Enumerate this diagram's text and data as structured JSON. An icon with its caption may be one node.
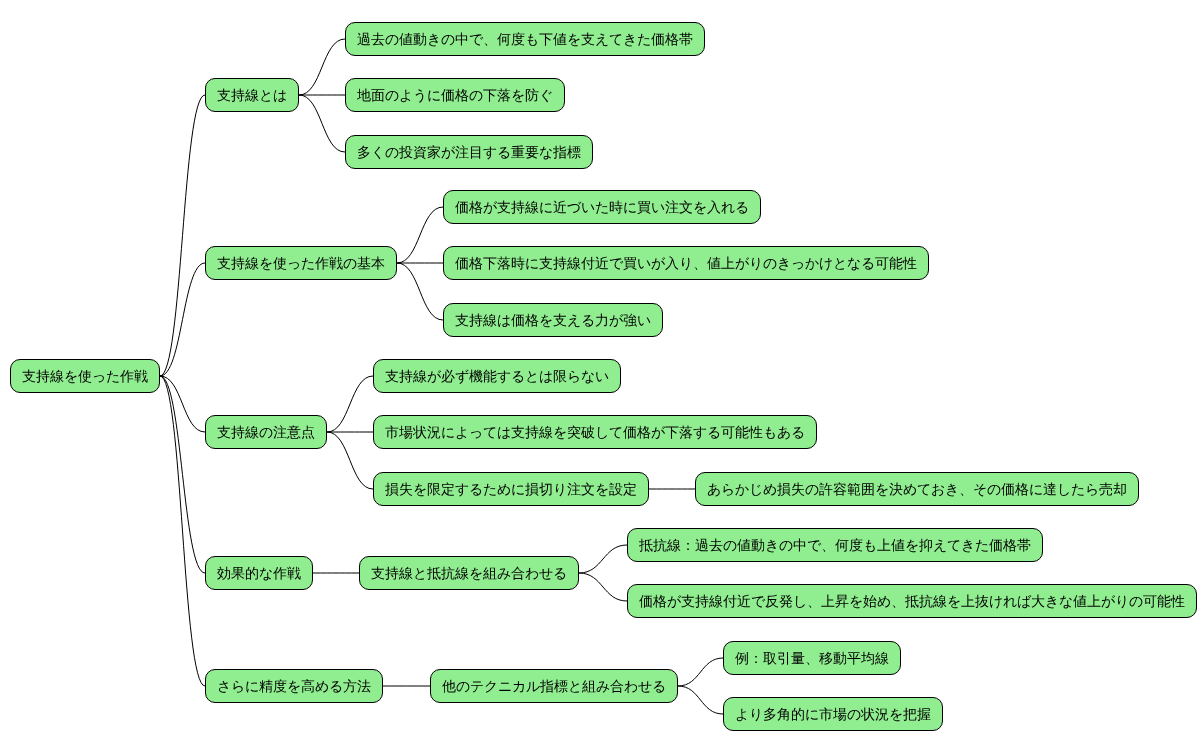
{
  "diagram": {
    "nodes": [
      {
        "text": [
          "支持線を使った作戦"
        ]
      },
      {
        "text": [
          "支持線とは"
        ]
      },
      {
        "text": [
          "過去の値動きの中で、何度も下値を支えてきた価格帯"
        ]
      },
      {
        "text": [
          "地面のように価格の下落を防ぐ"
        ]
      },
      {
        "text": [
          "多くの投資家が注目する重要な指標"
        ]
      },
      {
        "text": [
          "支持線を使った作戦の基本"
        ]
      },
      {
        "text": [
          "価格が支持線に近づいた時に買い注文を入れる"
        ]
      },
      {
        "text": [
          "価格下落時に支持線付近で買いが入り、値上がりのきっかけとなる可能性"
        ]
      },
      {
        "text": [
          "支持線は価格を支える力が強い"
        ]
      },
      {
        "text": [
          "支持線の注意点"
        ]
      },
      {
        "text": [
          "支持線が必ず機能するとは限らない"
        ]
      },
      {
        "text": [
          "市場状況によっては支持線を突破して価格が下落する可能性もある"
        ]
      },
      {
        "text": [
          "損失を限定するために損切り注文を設定"
        ]
      },
      {
        "text": [
          "あらかじめ損失の許容範囲を決めておき、その価格に達したら売却"
        ]
      },
      {
        "text": [
          "効果的な作戦"
        ]
      },
      {
        "text": [
          "支持線と抵抗線を組み合わせる"
        ]
      },
      {
        "text": [
          "抵抗線：過去の値動きの中で、何度も上値を抑えてきた価格帯"
        ]
      },
      {
        "text": [
          "価格が支持線付近で反発し、上昇を始め、抵抗線を上抜ければ大きな値上がりの可能性"
        ]
      },
      {
        "text": [
          "さらに精度を高める方法"
        ]
      },
      {
        "text": [
          "他のテクニカル指標と組み合わせる"
        ]
      },
      {
        "text": [
          "例：取引量、移動平均線"
        ]
      },
      {
        "text": [
          "より多角的に市場の状況を把握"
        ]
      }
    ],
    "edges": [
      {
        "from": 0,
        "to": 1,
        "arrow": "none"
      },
      {
        "from": 1,
        "to": 2,
        "arrow": "none"
      },
      {
        "from": 1,
        "to": 3,
        "arrow": "none"
      },
      {
        "from": 1,
        "to": 4,
        "arrow": "none"
      },
      {
        "from": 0,
        "to": 5,
        "arrow": "none"
      },
      {
        "from": 5,
        "to": 6,
        "arrow": "none"
      },
      {
        "from": 5,
        "to": 7,
        "arrow": "none"
      },
      {
        "from": 5,
        "to": 8,
        "arrow": "none"
      },
      {
        "from": 0,
        "to": 9,
        "arrow": "none"
      },
      {
        "from": 9,
        "to": 10,
        "arrow": "none"
      },
      {
        "from": 9,
        "to": 11,
        "arrow": "none"
      },
      {
        "from": 9,
        "to": 12,
        "arrow": "none"
      },
      {
        "from": 12,
        "to": 13,
        "arrow": "none"
      },
      {
        "from": 0,
        "to": 14,
        "arrow": "none"
      },
      {
        "from": 14,
        "to": 15,
        "arrow": "none"
      },
      {
        "from": 15,
        "to": 16,
        "arrow": "none"
      },
      {
        "from": 15,
        "to": 17,
        "arrow": "none"
      },
      {
        "from": 0,
        "to": 18,
        "arrow": "none"
      },
      {
        "from": 18,
        "to": 19,
        "arrow": "none"
      },
      {
        "from": 19,
        "to": 20,
        "arrow": "none"
      },
      {
        "from": 19,
        "to": 21,
        "arrow": "none"
      }
    ]
  }
}
